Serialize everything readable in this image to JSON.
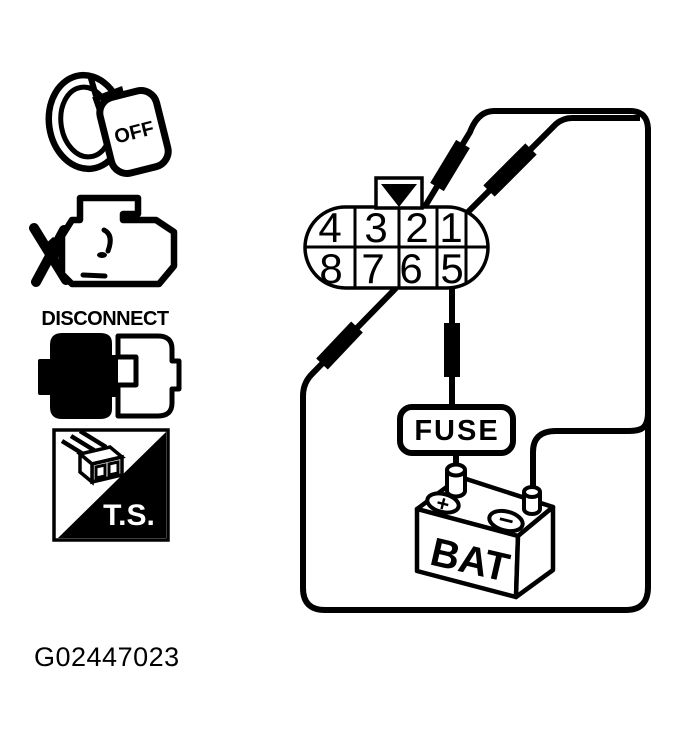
{
  "figure": {
    "id": "G02447023"
  },
  "palette": {
    "ink": "#000000",
    "paper": "#ffffff"
  },
  "symbols": {
    "ignition": {
      "label": "OFF"
    },
    "disconnect": {
      "label": "DISCONNECT"
    },
    "test_side": {
      "label": "T.S."
    }
  },
  "connector": {
    "pins": [
      "4",
      "3",
      "2",
      "1",
      "8",
      "7",
      "6",
      "5"
    ]
  },
  "fuse": {
    "label": "FUSE"
  },
  "battery": {
    "label": "BAT",
    "positive": "+",
    "negative": "−"
  }
}
